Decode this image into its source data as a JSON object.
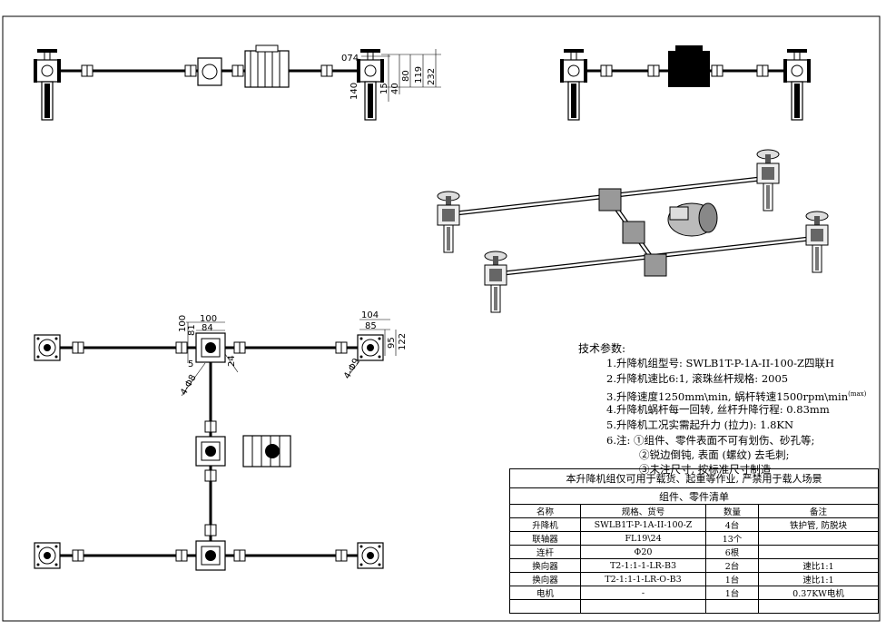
{
  "dimensions": {
    "front": [
      "074",
      "140",
      "15",
      "40",
      "80",
      "119",
      "232"
    ],
    "plan": [
      "100",
      "100",
      "81",
      "84",
      "5",
      "24",
      "4-Φ8",
      "104",
      "85",
      "95",
      "122",
      "4-Φ9"
    ]
  },
  "tech": {
    "title": "技术参数:",
    "items": [
      "1.升降机组型号: SWLB1T-P-1A-II-100-Z四联H",
      "2.升降机速比6:1, 滚珠丝杆规格: 2005",
      "3.升降速度1250mm\\min, 蜗杆转速1500rpm\\min",
      "4.升降机蜗杆每一回转, 丝杆升降行程: 0.83mm",
      "5.升降机工况实需起升力 (拉力): 1.8KN",
      "6.注: ①组件、零件表面不可有划伤、砂孔等;",
      "②锐边倒钝, 表面 (螺纹) 去毛刺;",
      "③未注尺寸, 按标准尺寸制造"
    ],
    "superscript": "(max)"
  },
  "table": {
    "banner": "本升降机组仅可用于载货、起重等作业, 严禁用于载人场景",
    "subtitle": "组件、零件清单",
    "headers": [
      "名称",
      "规格、货号",
      "数量",
      "备注"
    ],
    "rows": [
      [
        "升降机",
        "SWLB1T-P-1A-II-100-Z",
        "4台",
        "铁护管, 防脱块"
      ],
      [
        "联轴器",
        "FL19\\24",
        "13个",
        ""
      ],
      [
        "连杆",
        "Φ20",
        "6根",
        ""
      ],
      [
        "换向器",
        "T2-1:1-1-LR-B3",
        "2台",
        "速比1:1"
      ],
      [
        "换向器",
        "T2-1:1-1-LR-O-B3",
        "1台",
        "速比1:1"
      ],
      [
        "电机",
        "-",
        "1台",
        "0.37KW电机"
      ]
    ]
  }
}
